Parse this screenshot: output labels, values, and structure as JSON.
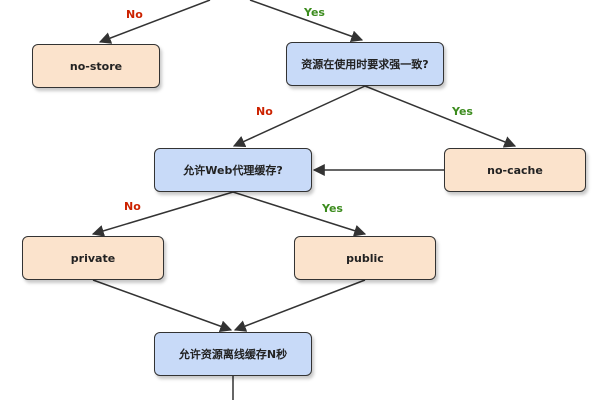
{
  "diagram": {
    "nodes": {
      "no_store": "no-store",
      "strong_consistency": "资源在使用时要求强一致?",
      "no_cache": "no-cache",
      "allow_proxy_cache": "允许Web代理缓存?",
      "private": "private",
      "public": "public",
      "offline_cache": "允许资源离线缓存N秒"
    },
    "edge_labels": {
      "top_no": "No",
      "top_yes": "Yes",
      "mid_no": "No",
      "mid_yes": "Yes",
      "low_no": "No",
      "low_yes": "Yes"
    },
    "colors": {
      "action_fill": "#fbe3cc",
      "decision_fill": "#c8daf8",
      "no_label": "#cc2200",
      "yes_label": "#3c8c1e",
      "edge": "#333333"
    }
  }
}
